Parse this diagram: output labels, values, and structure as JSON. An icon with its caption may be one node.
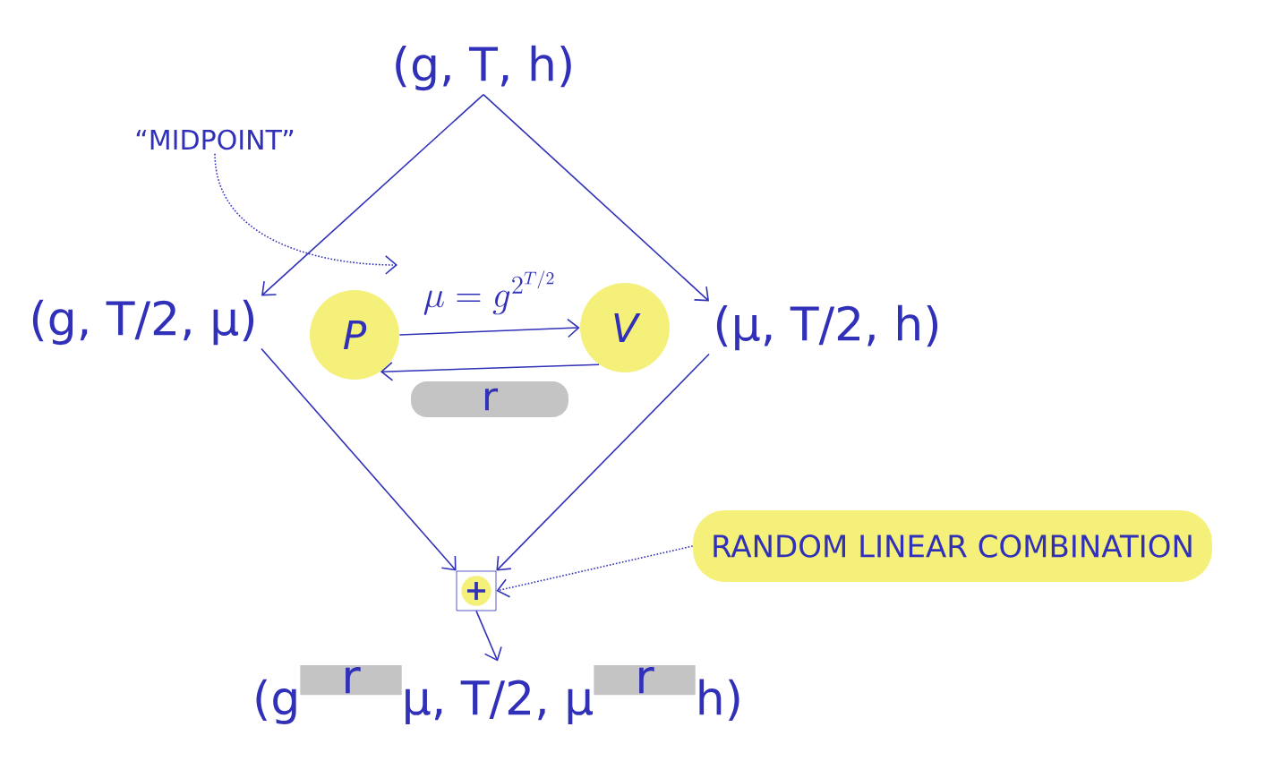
{
  "diagram": {
    "nodes": [
      {
        "text": [
          "(g, T, h)"
        ]
      },
      {
        "text": [
          "(g, T/2, μ)"
        ]
      },
      {
        "text": [
          "(μ, T/2, h)"
        ]
      },
      {
        "text": [
          "P"
        ]
      },
      {
        "text": [
          "V"
        ]
      },
      {
        "text": [
          "+"
        ]
      },
      {
        "text": [
          "RANDOM LINEAR COMBINATION"
        ]
      },
      {
        "text": [
          "“MIDPOINT”"
        ]
      },
      {
        "text": [
          "(g",
          "r",
          "μ, T/2, μ",
          "r",
          "h)"
        ]
      }
    ],
    "edges": [
      {
        "from": 0,
        "to": 1,
        "arrow": "to"
      },
      {
        "from": 0,
        "to": 2,
        "arrow": "to"
      },
      {
        "from": 3,
        "to": 4,
        "arrow": "to",
        "label": "\\mu=g^{2^{T/2}}"
      },
      {
        "from": 4,
        "to": 3,
        "arrow": "to",
        "label": "r"
      },
      {
        "from": 1,
        "to": 5,
        "arrow": "to"
      },
      {
        "from": 2,
        "to": 5,
        "arrow": "to"
      },
      {
        "from": 5,
        "to": 8,
        "arrow": "to"
      },
      {
        "from": 6,
        "to": 5,
        "arrow": "to",
        "style": "dashed"
      },
      {
        "from": 7,
        "to": null,
        "arrow": "to",
        "style": "dashed"
      }
    ]
  }
}
